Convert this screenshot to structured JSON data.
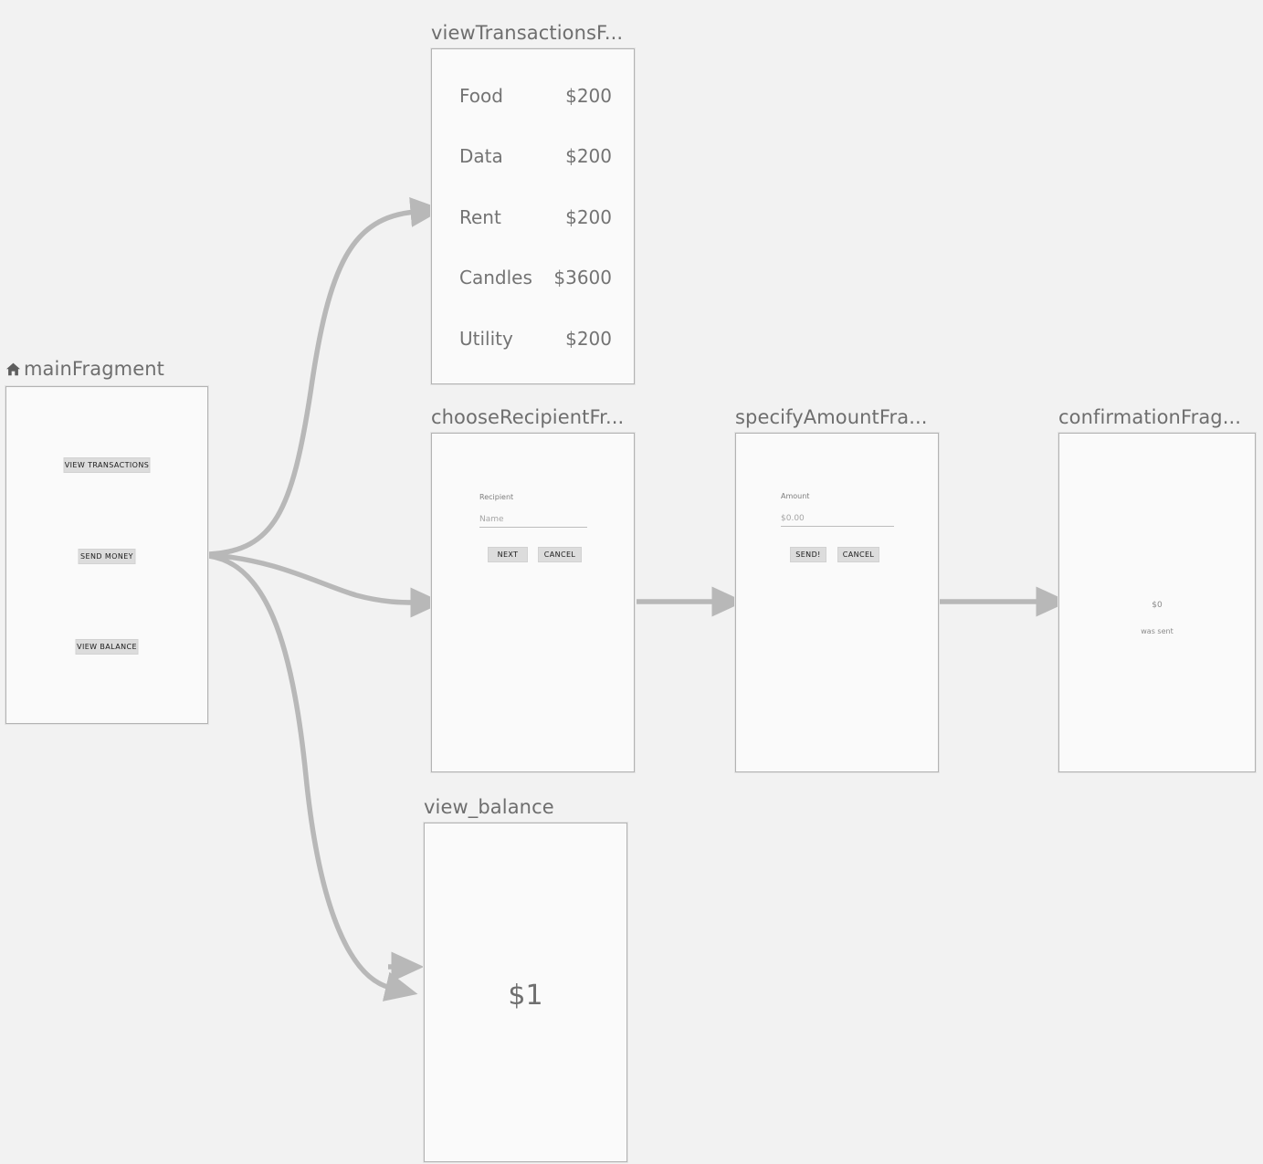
{
  "editor": {
    "name": "navigation-graph-editor",
    "background_color": "#f2f2f2",
    "node_fill": "#fafafa",
    "node_border": "#b3b3b3",
    "edge_color": "#b8b8b8",
    "title_color": "#6e6e6e"
  },
  "nodes": {
    "main": {
      "title": "mainFragment",
      "is_start_destination": true,
      "start_icon": "home-icon",
      "buttons": [
        {
          "label": "VIEW TRANSACTIONS"
        },
        {
          "label": "SEND MONEY"
        },
        {
          "label": "VIEW BALANCE"
        }
      ]
    },
    "view_transactions": {
      "title": "viewTransactionsF...",
      "full_title": "viewTransactionsFragment",
      "transactions": [
        {
          "label": "Food",
          "amount": "$200"
        },
        {
          "label": "Data",
          "amount": "$200"
        },
        {
          "label": "Rent",
          "amount": "$200"
        },
        {
          "label": "Candles",
          "amount": "$3600"
        },
        {
          "label": "Utility",
          "amount": "$200"
        }
      ]
    },
    "choose_recipient": {
      "title": "chooseRecipientFr...",
      "full_title": "chooseRecipientFragment",
      "field_label": "Recipient",
      "field_placeholder": "Name",
      "primary_button": "NEXT",
      "secondary_button": "CANCEL"
    },
    "specify_amount": {
      "title": "specifyAmountFra...",
      "full_title": "specifyAmountFragment",
      "field_label": "Amount",
      "field_placeholder": "$0.00",
      "primary_button": "SEND!",
      "secondary_button": "CANCEL"
    },
    "confirmation": {
      "title": "confirmationFrag...",
      "full_title": "confirmationFragment",
      "amount": "$0",
      "message": "was sent"
    },
    "view_balance": {
      "title": "view_balance",
      "balance": "$1"
    }
  }
}
